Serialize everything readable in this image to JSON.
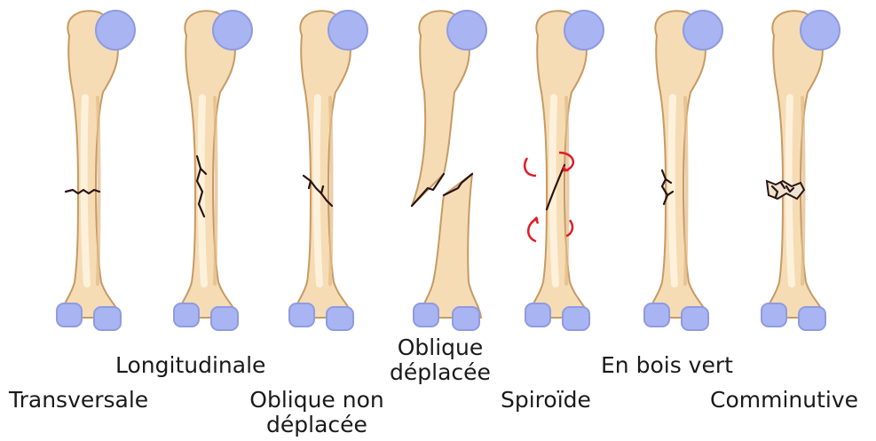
{
  "colors": {
    "bone_fill": "#f5dcb4",
    "bone_shadow": "#e2b985",
    "bone_outline": "#c79a64",
    "cartilage": "#a9b4f2",
    "crack": "#2a1313",
    "arrow": "#e01b24"
  },
  "labels": {
    "transversale": "Transversale",
    "longitudinale": "Longitudinale",
    "oblique_non_line1": "Oblique non",
    "oblique_non_line2": "déplacée",
    "oblique_dep_line1": "Oblique",
    "oblique_dep_line2": "déplacée",
    "spiroide": "Spiroïde",
    "bois_vert": "En bois vert",
    "comminutive": "Comminutive"
  },
  "fractures": [
    {
      "id": "transversale",
      "crack": "transverse"
    },
    {
      "id": "longitudinale",
      "crack": "longitudinal"
    },
    {
      "id": "oblique_non_deplacee",
      "crack": "oblique"
    },
    {
      "id": "oblique_deplacee",
      "crack": "displaced"
    },
    {
      "id": "spiroide",
      "crack": "spiral"
    },
    {
      "id": "en_bois_vert",
      "crack": "greenstick"
    },
    {
      "id": "comminutive",
      "crack": "comminuted"
    }
  ]
}
